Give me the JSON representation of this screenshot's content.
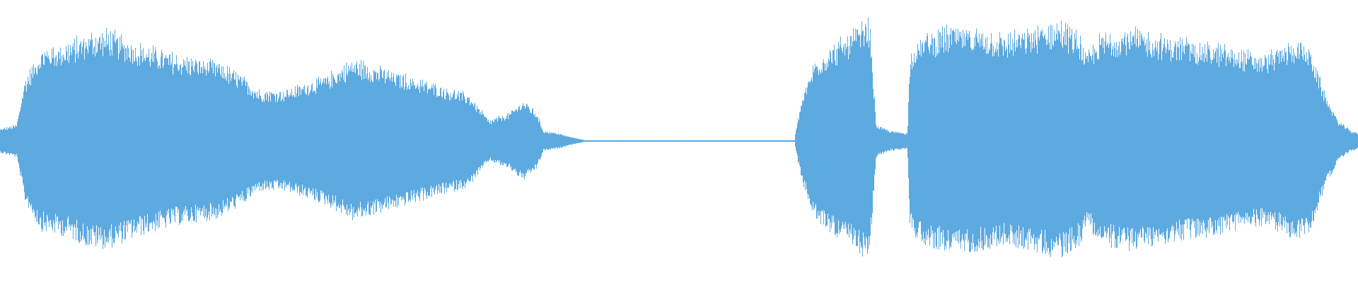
{
  "waveform": {
    "color": "#5DAAE0",
    "background": "#FFFFFF",
    "segments": [
      {
        "amplitude": [
          [
            0.0,
            0.06
          ],
          [
            0.012,
            0.08
          ],
          [
            0.018,
            0.3
          ],
          [
            0.03,
            0.45
          ],
          [
            0.05,
            0.48
          ],
          [
            0.065,
            0.53
          ],
          [
            0.08,
            0.54
          ],
          [
            0.1,
            0.48
          ],
          [
            0.13,
            0.42
          ],
          [
            0.16,
            0.39
          ],
          [
            0.18,
            0.31
          ],
          [
            0.19,
            0.25
          ],
          [
            0.21,
            0.25
          ],
          [
            0.24,
            0.32
          ],
          [
            0.26,
            0.4
          ],
          [
            0.28,
            0.36
          ],
          [
            0.31,
            0.3
          ],
          [
            0.33,
            0.26
          ],
          [
            0.345,
            0.23
          ],
          [
            0.36,
            0.1
          ],
          [
            0.375,
            0.14
          ],
          [
            0.385,
            0.2
          ],
          [
            0.395,
            0.14
          ],
          [
            0.4,
            0.05
          ],
          [
            0.41,
            0.04
          ],
          [
            0.42,
            0.02
          ],
          [
            0.43,
            0.005
          ]
        ]
      },
      {
        "amplitude": [
          [
            0.43,
            0.004
          ],
          [
            0.585,
            0.004
          ]
        ]
      },
      {
        "amplitude": [
          [
            0.585,
            0.02
          ],
          [
            0.59,
            0.2
          ],
          [
            0.6,
            0.4
          ],
          [
            0.606,
            0.43
          ],
          [
            0.62,
            0.5
          ],
          [
            0.63,
            0.55
          ],
          [
            0.64,
            0.6
          ],
          [
            0.645,
            0.08
          ],
          [
            0.655,
            0.05
          ],
          [
            0.668,
            0.04
          ],
          [
            0.67,
            0.45
          ],
          [
            0.68,
            0.52
          ],
          [
            0.7,
            0.56
          ],
          [
            0.72,
            0.55
          ],
          [
            0.74,
            0.52
          ],
          [
            0.76,
            0.55
          ],
          [
            0.78,
            0.59
          ],
          [
            0.795,
            0.52
          ],
          [
            0.8,
            0.42
          ],
          [
            0.81,
            0.52
          ],
          [
            0.83,
            0.55
          ],
          [
            0.86,
            0.51
          ],
          [
            0.89,
            0.48
          ],
          [
            0.91,
            0.45
          ],
          [
            0.93,
            0.42
          ],
          [
            0.955,
            0.5
          ],
          [
            0.965,
            0.45
          ],
          [
            0.975,
            0.24
          ],
          [
            0.985,
            0.1
          ],
          [
            0.995,
            0.05
          ],
          [
            1.0,
            0.04
          ]
        ]
      }
    ]
  }
}
